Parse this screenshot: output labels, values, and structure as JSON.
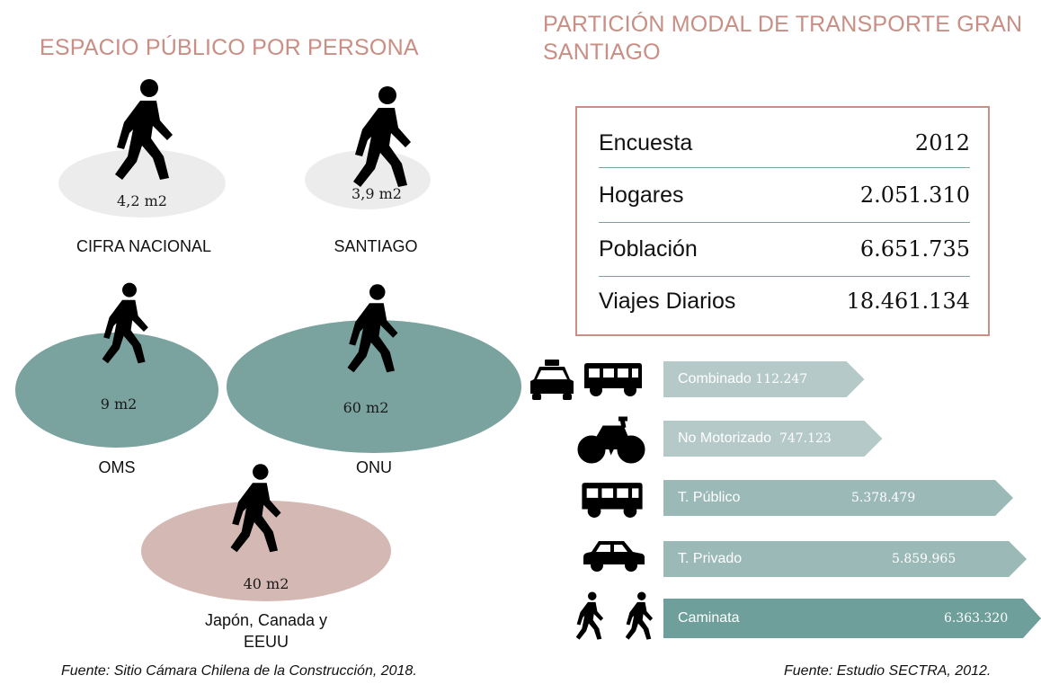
{
  "left_panel": {
    "title": "ESPACIO PÚBLICO POR PERSONA",
    "items": [
      {
        "value": "4,2 m2",
        "label": "CIFRA NACIONAL"
      },
      {
        "value": "3,9 m2",
        "label": "SANTIAGO"
      },
      {
        "value": "9 m2",
        "label": "OMS"
      },
      {
        "value": "60 m2",
        "label": "ONU"
      },
      {
        "value": "40 m2",
        "label_line1": "Japón, Canada y",
        "label_line2": "EEUU"
      }
    ],
    "source": "Fuente: Sitio Cámara Chilena de la Construcción, 2018."
  },
  "right_panel": {
    "title_line1": "PARTICIÓN MODAL DE TRANSPORTE GRAN",
    "title_line2": "SANTIAGO",
    "table": [
      {
        "key": "Encuesta",
        "value": "2012"
      },
      {
        "key": "Hogares",
        "value": "2.051.310"
      },
      {
        "key": "Población",
        "value": "6.651.735"
      },
      {
        "key": "Viajes Diarios",
        "value": "18.461.134"
      }
    ],
    "modes": [
      {
        "label": "Combinado",
        "value": "112.247",
        "amount": 112247,
        "icons": [
          "taxi-icon",
          "bus-icon"
        ]
      },
      {
        "label": "No Motorizado",
        "value": "747.123",
        "amount": 747123,
        "icons": [
          "bicycle-icon"
        ]
      },
      {
        "label": "T. Público",
        "value": "5.378.479",
        "amount": 5378479,
        "icons": [
          "bus-icon"
        ]
      },
      {
        "label": "T. Privado",
        "value": "5.859.965",
        "amount": 5859965,
        "icons": [
          "car-icon"
        ]
      },
      {
        "label": "Caminata",
        "value": "6.363.320",
        "amount": 6363320,
        "icons": [
          "walker-icon",
          "walker-icon"
        ]
      }
    ],
    "source": "Fuente: Estudio SECTRA, 2012."
  },
  "colors": {
    "title": "#c98e84",
    "ellipse_gray": "#ececec",
    "ellipse_teal": "#7aa3a0",
    "ellipse_pink": "#d4b8b3",
    "bar_light": "#b5cac8",
    "bar_mid": "#9bb9b6",
    "bar_dark": "#6f9f9b"
  }
}
